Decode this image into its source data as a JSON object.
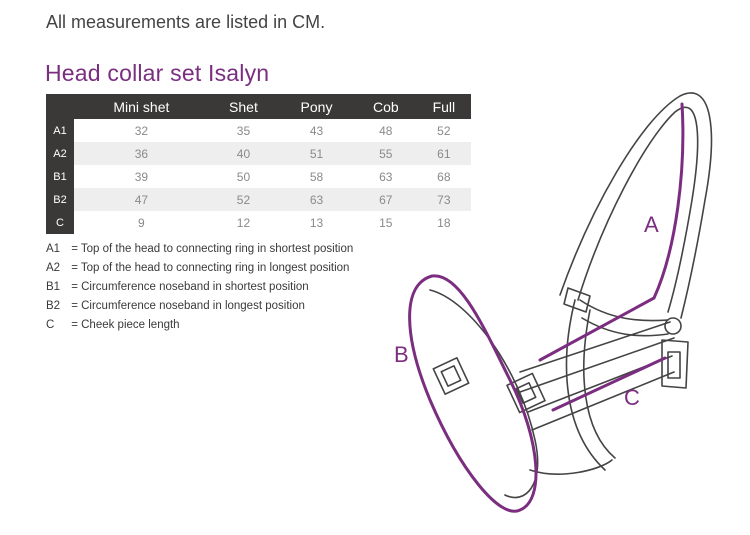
{
  "intro": "All measurements are listed in CM.",
  "title": "Head collar set Isalyn",
  "table": {
    "columns": [
      "Mini shet",
      "Shet",
      "Pony",
      "Cob",
      "Full"
    ],
    "rows": [
      {
        "code": "A1",
        "values": [
          "32",
          "35",
          "43",
          "48",
          "52"
        ]
      },
      {
        "code": "A2",
        "values": [
          "36",
          "40",
          "51",
          "55",
          "61"
        ]
      },
      {
        "code": "B1",
        "values": [
          "39",
          "50",
          "58",
          "63",
          "68"
        ]
      },
      {
        "code": "B2",
        "values": [
          "47",
          "52",
          "63",
          "67",
          "73"
        ]
      },
      {
        "code": "C",
        "values": [
          "9",
          "12",
          "13",
          "15",
          "18"
        ]
      }
    ]
  },
  "legend": [
    {
      "code": "A1",
      "text": "= Top of the head to connecting ring in shortest position"
    },
    {
      "code": "A2",
      "text": "= Top of the head to connecting ring in longest position"
    },
    {
      "code": "B1",
      "text": "= Circumference noseband in shortest position"
    },
    {
      "code": "B2",
      "text": "= Circumference noseband in longest position"
    },
    {
      "code": "C",
      "text": "= Cheek piece length"
    }
  ],
  "diagram": {
    "labels": {
      "a": "A",
      "b": "B",
      "c": "C"
    },
    "outline_color": "#444444",
    "highlight_color": "#7b2e80"
  }
}
